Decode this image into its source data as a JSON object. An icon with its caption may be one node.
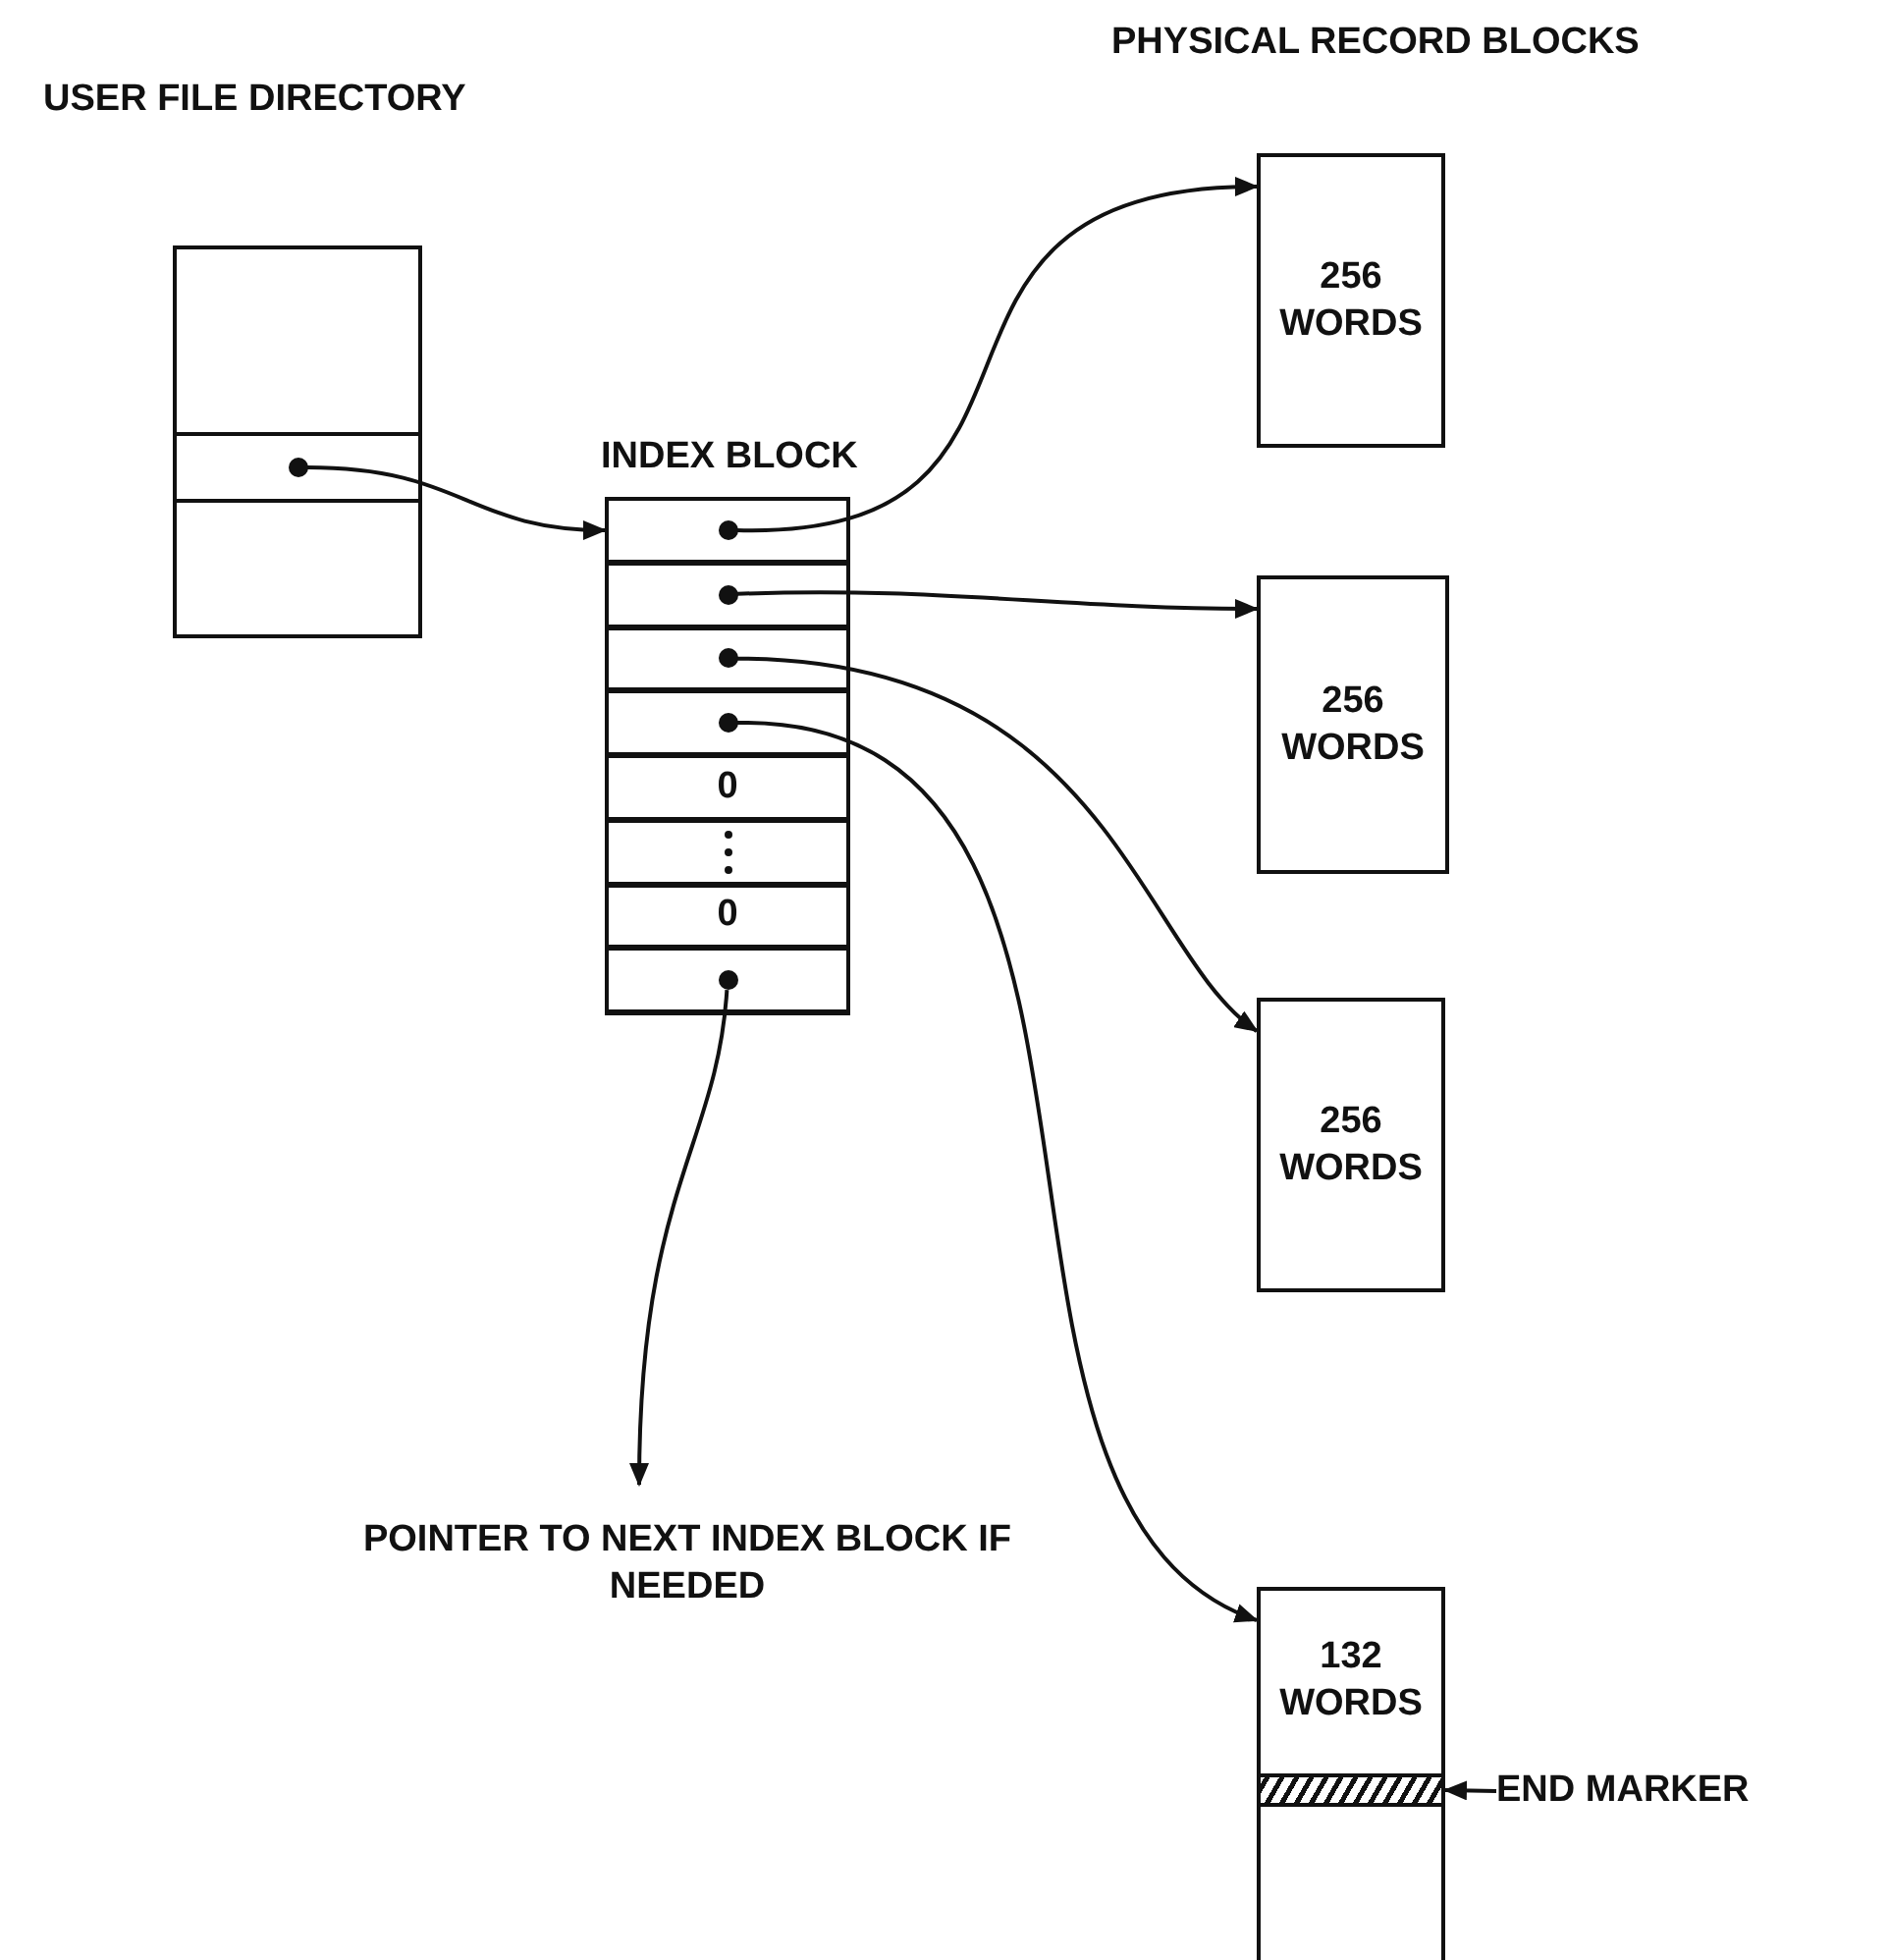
{
  "diagram": {
    "nodes": [
      {
        "text": [
          "USER FILE DIRECTORY"
        ]
      },
      {
        "text": [],
        "shape": "box",
        "in": 0
      },
      {
        "text": [
          "INDEX BLOCK"
        ]
      },
      {
        "text": [],
        "shape": "box",
        "in": 2
      },
      {
        "text": [],
        "shape": "box",
        "in": 2
      },
      {
        "text": [],
        "shape": "box",
        "in": 2
      },
      {
        "text": [],
        "shape": "box",
        "in": 2
      },
      {
        "text": [
          "0"
        ],
        "in": 2
      },
      {
        "text": [],
        "shape": "box",
        "in": 2
      },
      {
        "text": [
          "0"
        ],
        "in": 2
      },
      {
        "text": [],
        "shape": "box",
        "in": 2
      },
      {
        "text": [
          "256 WORDS"
        ]
      },
      {
        "text": [
          "256 WORDS"
        ]
      },
      {
        "text": [
          "256 WORDS"
        ]
      },
      {
        "text": [
          "132 WORDS"
        ]
      },
      {
        "text": [],
        "shape": "bar",
        "in": 14
      },
      {
        "text": [
          "END MARKER"
        ]
      },
      {
        "text": [
          "POINTER TO NEXT INDEX BLOCK IF NEEDED"
        ]
      }
    ],
    "edges": [
      {
        "from": 1,
        "to": 2,
        "arrow": "to"
      },
      {
        "from": 3,
        "to": 11,
        "arrow": "to"
      },
      {
        "from": 4,
        "to": 12,
        "arrow": "to"
      },
      {
        "from": 5,
        "to": 13,
        "arrow": "to"
      },
      {
        "from": 6,
        "to": 14,
        "arrow": "to"
      },
      {
        "from": 10,
        "to": 17,
        "arrow": "to"
      },
      {
        "from": 16,
        "to": 15,
        "arrow": "to"
      }
    ],
    "labels": [
      "PHYSICAL RECORD BLOCKS"
    ]
  }
}
